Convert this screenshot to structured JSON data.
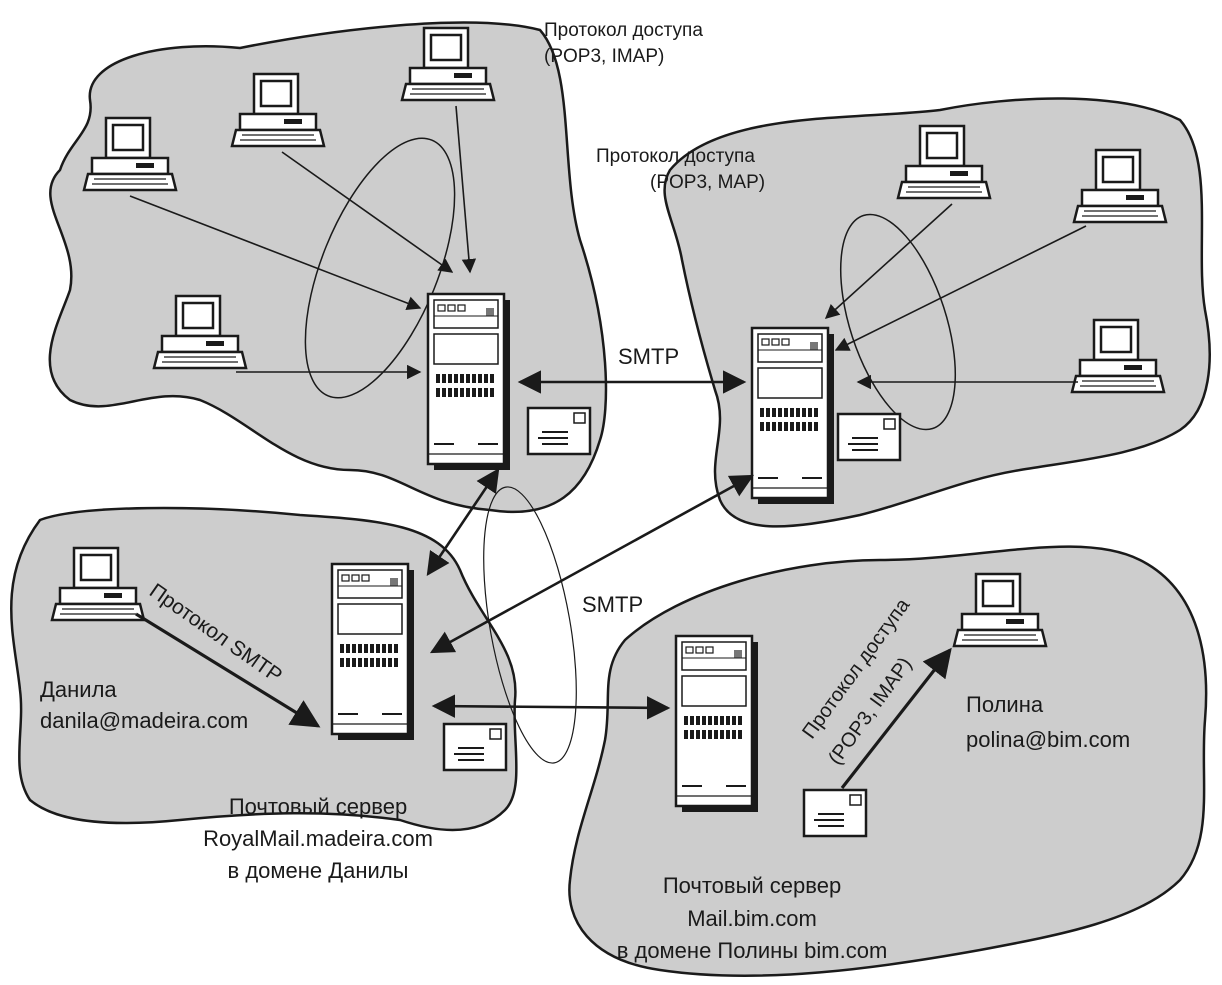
{
  "colors": {
    "cloud_fill": "#cdcdcd",
    "outline": "#1a1a1a",
    "device_fill": "#ffffff",
    "page_bg": "#ffffff"
  },
  "labels": {
    "access_protocol_1": "Протокол доступа",
    "access_protocol_1_sub": "(POP3, IMAP)",
    "access_protocol_2": "Протокол доступа",
    "access_protocol_2_sub": "(POP3, MAP)",
    "smtp_top": "SMTP",
    "smtp_middle": "SMTP",
    "smtp_diagonal": "Протокол SMTP",
    "access_protocol_diagonal": "Протокол доступа",
    "access_protocol_diagonal_sub": "(POP3, IMAP)",
    "user_danila_name": "Данила",
    "user_danila_email": "danila@madeira.com",
    "user_polina_name": "Полина",
    "user_polina_email": "polina@bim.com",
    "server_danila_line1": "Почтовый сервер",
    "server_danila_line2": "RoyalMail.madeira.com",
    "server_danila_line3": "в домене Данилы",
    "server_polina_line1": "Почтовый сервер",
    "server_polina_line2": "Mail.bim.com",
    "server_polina_line3": "в домене Полины bim.com"
  },
  "icons": {
    "client": "desktop-computer-icon",
    "server": "tower-server-icon",
    "mail": "envelope-icon"
  }
}
